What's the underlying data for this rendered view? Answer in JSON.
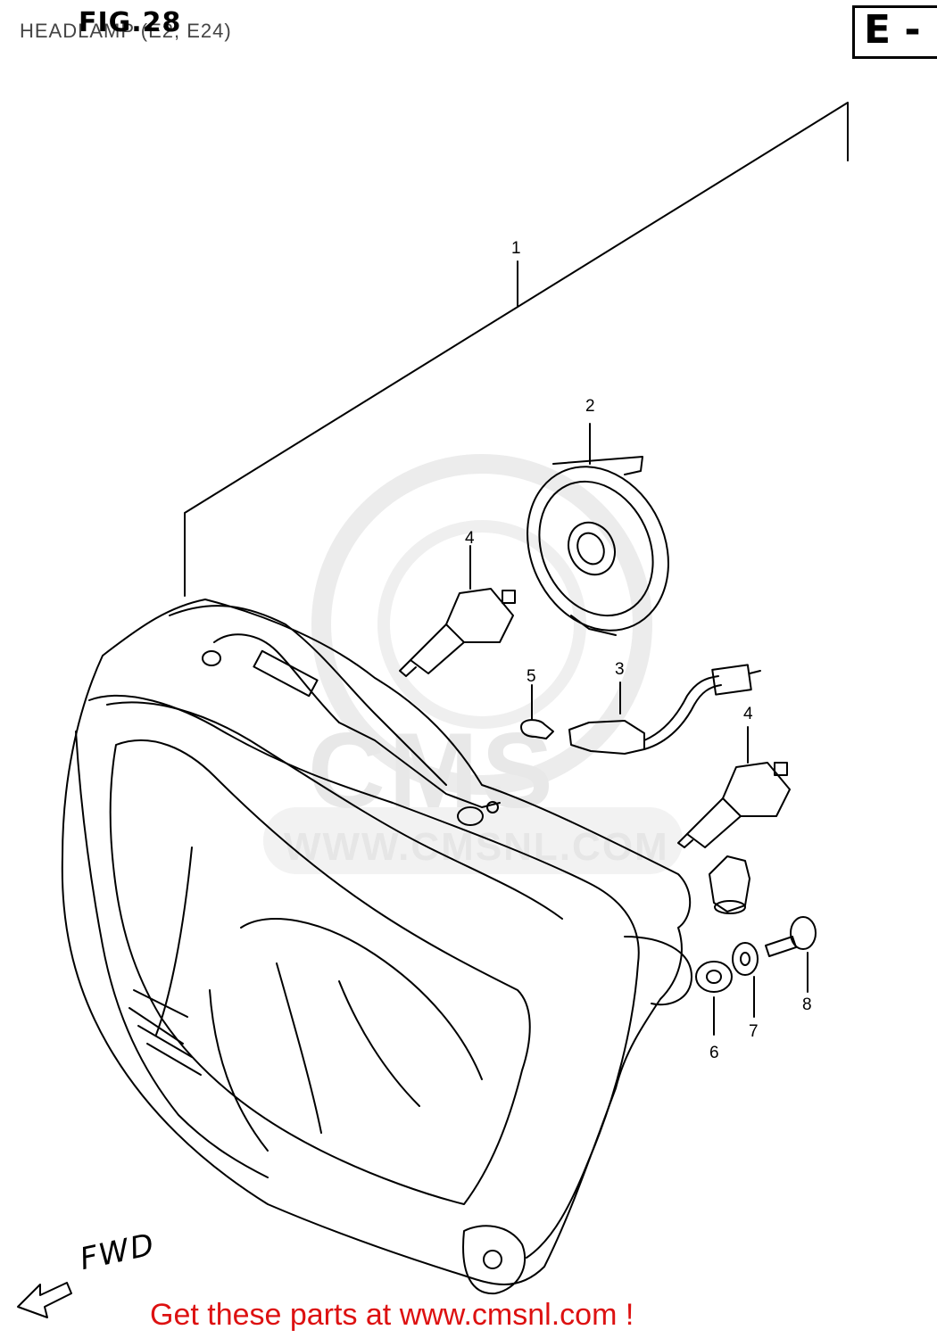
{
  "header": {
    "figure": "FIG.28",
    "title": "HEADLAMP (E2, E24)",
    "region": "E -"
  },
  "callouts": [
    "1",
    "2",
    "3",
    "4",
    "4",
    "5",
    "6",
    "7",
    "8"
  ],
  "direction_label": "FWD",
  "watermark": {
    "brand": "CMS",
    "url": "WWW.CMSNL.COM"
  },
  "footer": {
    "text": "Get these parts at www.cmsnl.com !",
    "color": "#dd1111"
  }
}
